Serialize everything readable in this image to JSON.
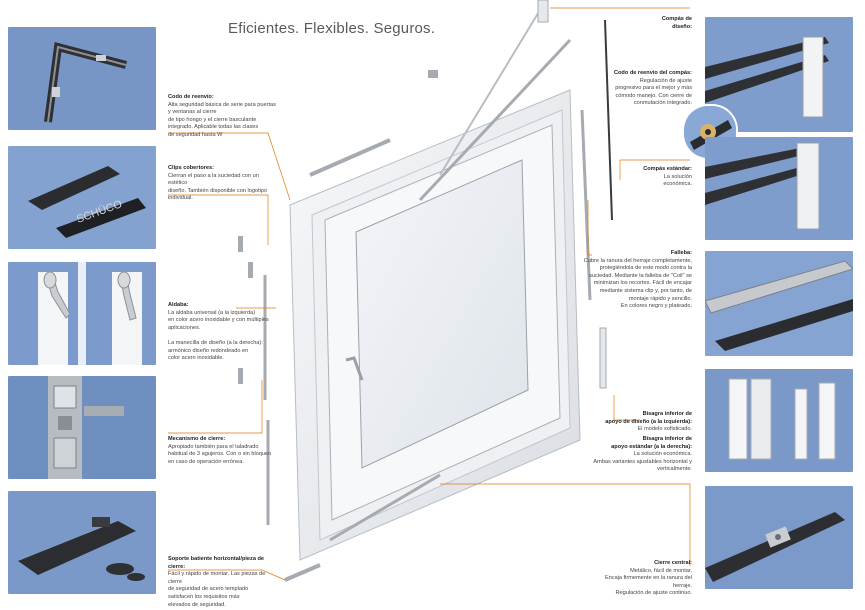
{
  "title": "Eficientes. Flexibles. Seguros.",
  "callouts": {
    "codo_reenvio": {
      "head": "Codo de reenvío:",
      "body": "Alta seguridad básica de serie para puertas y ventanas al cierre\nde tipo hongo y el cierre basculante\nintegrado. Aplicable todas las clases\nde seguridad hasta W"
    },
    "clips": {
      "head": "Clips cobertores:",
      "body": "Cierran el paso a la suciedad con un estético\ndiseño. También disponible con logotipo\nindividual."
    },
    "aldaba": {
      "head": "Aldaba:",
      "body": "La aldaba universal (a la izquierda)\nen color acero inoxidable y con múltiples aplicaciones.\n\nLa manecilla de diseño (a la derecha):\narmónico diseño redondeado en\ncolor acero inoxidable."
    },
    "mecanismo": {
      "head": "Mecanismo de cierre:",
      "body": "Apropiado también para el taladrado\nhabitual de 3 agujeros. Con o sin bloqueo en caso de operación errónea."
    },
    "soporte": {
      "head": "Soporte batiente horizontal/pieza de cierre:",
      "body": "Fácil y rápido de montar. Las piezas de cierre\nde seguridad de acero templado\nsatisfacen los requisitos más\nelevados de seguridad."
    },
    "compas_diseno": {
      "head": "Compás de\ndiseño:",
      "body": ""
    },
    "codo_compas": {
      "head": "Codo de reenvío del compás:",
      "body": "Regulación de ajuste\nprogresivo para el mejor y más\ncómodo manejo. Con cierre de\nconmutación integrado."
    },
    "compas_estandar": {
      "head": "Compás estándar:",
      "body": "La solución\neconómica."
    },
    "falleba": {
      "head": "Falleba:",
      "body": "Cubre la ranura del herraje completamente,\nprotegiéndola de este modo contra la\nsuciedad. Mediante la falleba de \"Coil\" se\nminimizan los recortes. Fácil de encajar\nmediante sistema clip y, por tanto, de\nmontaje rápido y sencillo.\nEn colores negro y plateado."
    },
    "bisagra_diseno": {
      "head": "Bisagra inferior de\napoyo de diseño (a la izquierda):",
      "body": "El modelo sofisticado."
    },
    "bisagra_estandar": {
      "head": "Bisagra inferior de\napoyo estándar (a la derecha):",
      "body": "La solución económica.\nAmbas variantes ajustables horizontal y\nverticalmente."
    },
    "cierre_central": {
      "head": "Cierre central:",
      "body": "Metálico, fácil de montar.\nEncaja firmemente en la ranura del herraje.\nRegulación de ajuste continuo."
    }
  },
  "brand_label": "SCHÜCO",
  "colors": {
    "accent": "#e07a10",
    "photo_bg": "#6f8fbf",
    "photo_bg_light": "#8aa8d6",
    "metal": "#c9ccd0"
  }
}
